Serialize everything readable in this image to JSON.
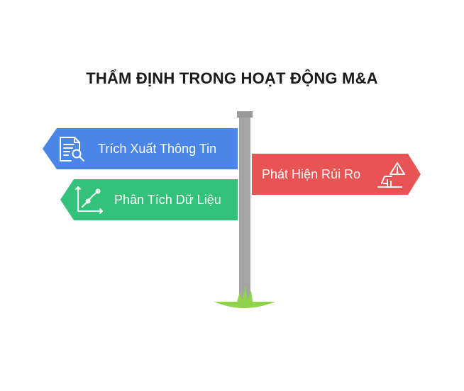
{
  "title": "THẨM ĐỊNH TRONG HOẠT ĐỘNG M&A",
  "signs": [
    {
      "label": "Trích Xuất Thông Tin",
      "icon": "document-search-icon",
      "color": "#4a86e8"
    },
    {
      "label": "Phân Tích Dữ Liệu",
      "icon": "chart-analysis-icon",
      "color": "#34c27a"
    },
    {
      "label": "Phát Hiện Rủi Ro",
      "icon": "warning-hazard-icon",
      "color": "#e85454"
    }
  ],
  "colors": {
    "pole": "#a5a5a5",
    "cap": "#9a9a9a",
    "grass": "#8fd44a"
  }
}
